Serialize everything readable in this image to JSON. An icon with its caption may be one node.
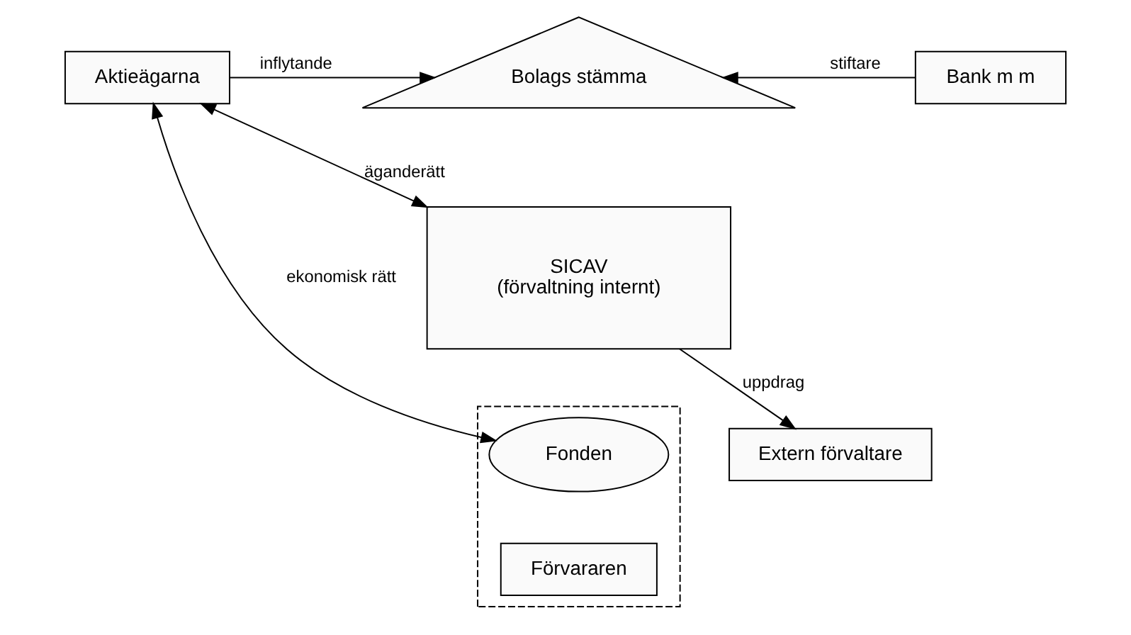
{
  "diagram": {
    "nodes": [
      {
        "text": [
          "Aktieägarna"
        ]
      },
      {
        "text": [
          "Bolags stämma"
        ]
      },
      {
        "text": [
          "Bank m m"
        ]
      },
      {
        "text": [
          "SICAV",
          "(förvaltning internt)"
        ]
      },
      {
        "text": [],
        "shape": "box"
      },
      {
        "text": [
          "Fonden"
        ],
        "in": 4
      },
      {
        "text": [
          "Förvararen"
        ],
        "in": 4
      },
      {
        "text": [
          "Extern förvaltare"
        ]
      }
    ],
    "edges": [
      {
        "from": 0,
        "to": 1,
        "arrow": "to",
        "label": "inflytande"
      },
      {
        "from": 2,
        "to": 1,
        "arrow": "to",
        "label": "stiftare"
      },
      {
        "from": 0,
        "to": 3,
        "arrow": "both",
        "label": "äganderätt"
      },
      {
        "from": 0,
        "to": 5,
        "arrow": "both",
        "label": "ekonomisk rätt"
      },
      {
        "from": 3,
        "to": 7,
        "arrow": "to",
        "label": "uppdrag"
      }
    ]
  }
}
